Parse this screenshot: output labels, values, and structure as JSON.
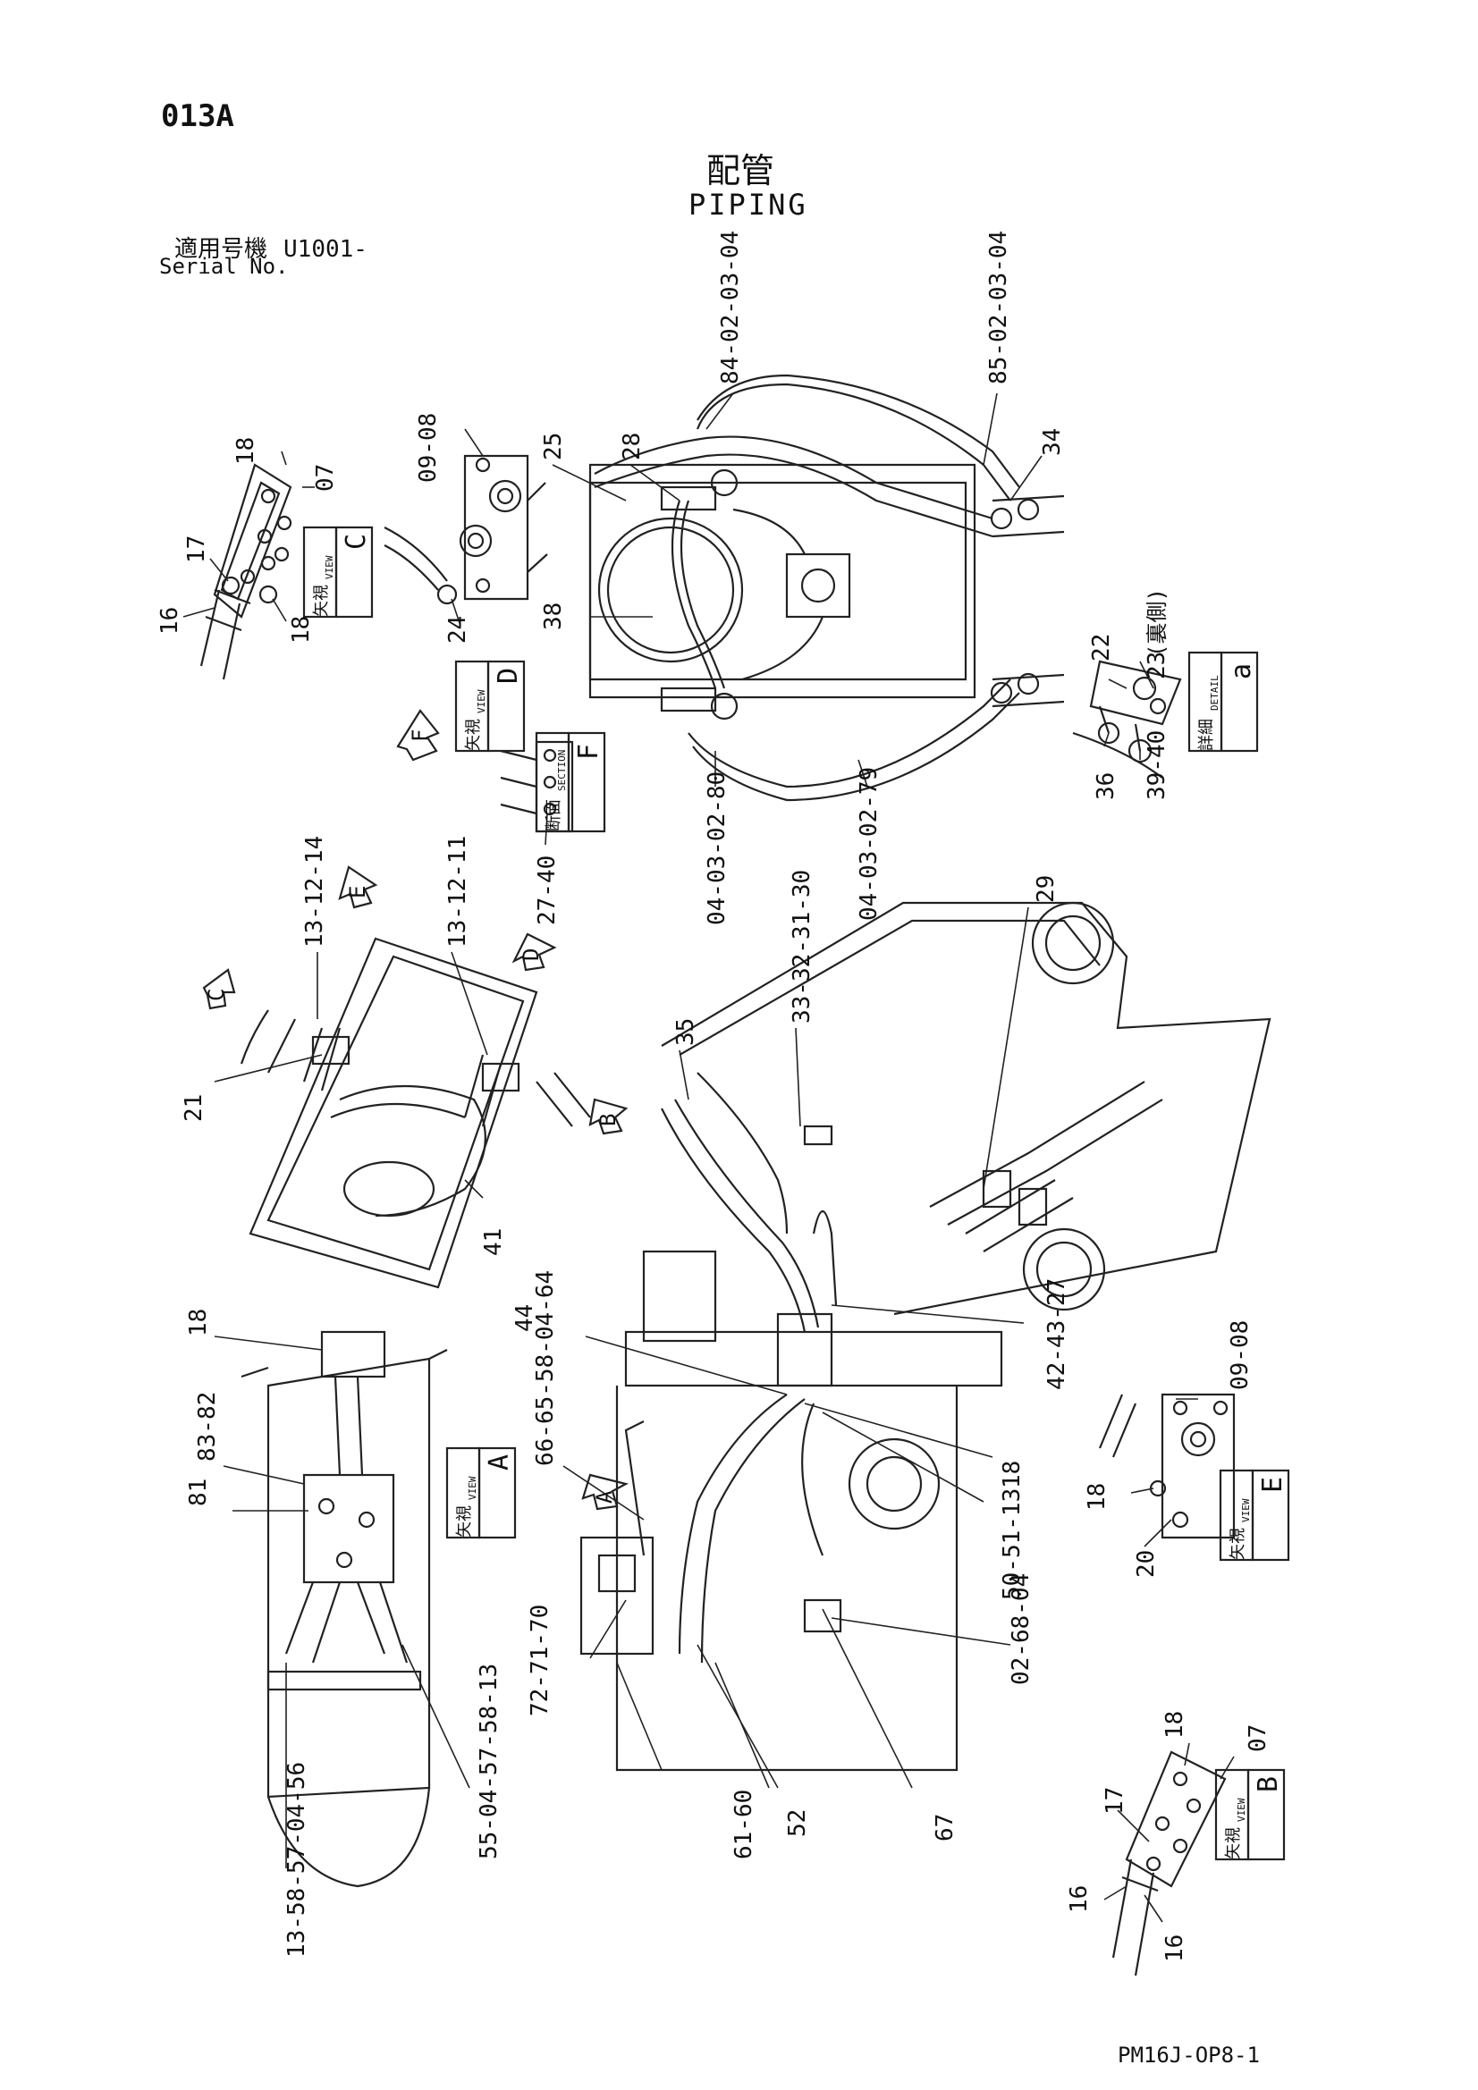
{
  "page_code": "013A",
  "title_ja": "配管",
  "title_en": "PIPING",
  "serial_label_ja": "適用号機",
  "serial_value": "U1001-",
  "serial_label_en": "Serial No.",
  "document_number": "PM16J-OP8-1",
  "views": [
    {
      "id": "view-c",
      "ja": "矢視",
      "en": "VIEW",
      "letter": "C"
    },
    {
      "id": "view-d",
      "ja": "矢視",
      "en": "VIEW",
      "letter": "D"
    },
    {
      "id": "detail-a",
      "ja": "詳細",
      "en": "DETAIL",
      "letter": "a"
    },
    {
      "id": "section-f",
      "ja": "断面",
      "en": "SECTION",
      "letter": "F"
    },
    {
      "id": "view-a",
      "ja": "矢視",
      "en": "VIEW",
      "letter": "A"
    },
    {
      "id": "view-e",
      "ja": "矢視",
      "en": "VIEW",
      "letter": "E"
    },
    {
      "id": "view-b",
      "ja": "矢視",
      "en": "VIEW",
      "letter": "B"
    }
  ],
  "arrow_markers": [
    "F",
    "E",
    "C",
    "D",
    "B",
    "A"
  ],
  "detail_note": "(裏側)",
  "callouts": {
    "c1": "18",
    "c2": "07",
    "c3": "17",
    "c4": "16",
    "c5": "18",
    "c6": "09-08",
    "c7": "24",
    "c8": "25",
    "c9": "28",
    "c10": "84-02-03-04",
    "c11": "85-02-03-04",
    "c12": "34",
    "c13": "38",
    "c14": "22",
    "c15": "23",
    "c16": "36",
    "c17": "39-40",
    "c18": "27-40",
    "c19": "04-03-02-80",
    "c20": "04-03-02-79",
    "c21": "13-12-14",
    "c22": "13-12-11",
    "c23": "21",
    "c24": "41",
    "c25": "33-32-31-30",
    "c26": "35",
    "c27": "29",
    "c28": "18",
    "c29": "83-82",
    "c30": "81",
    "c31": "66-65-58-04-64",
    "c32": "44",
    "c33": "42-43-27",
    "c34": "18",
    "c35": "50-51-13",
    "c36": "09-08",
    "c37": "18",
    "c38": "20",
    "c39": "02-68-04",
    "c40": "72-71-70",
    "c41": "61-60",
    "c42": "52",
    "c43": "67",
    "c44": "55-04-57-58-13",
    "c45": "13-58-57-04-56",
    "c46": "18",
    "c47": "07",
    "c48": "17",
    "c49": "16",
    "c50": "16"
  }
}
